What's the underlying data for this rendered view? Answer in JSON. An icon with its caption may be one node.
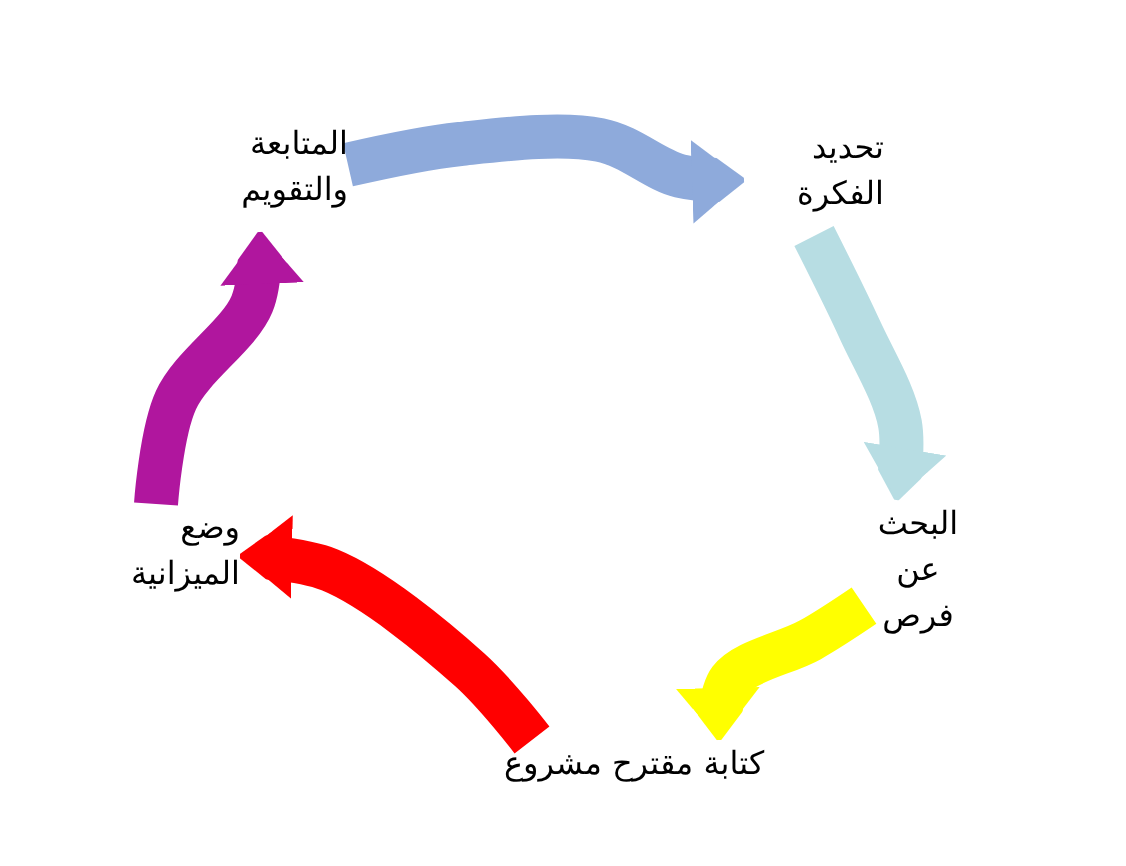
{
  "diagram": {
    "nodes": [
      {
        "text": [
          "تحديد الفكرة"
        ]
      },
      {
        "text": [
          "البحث عن فرص"
        ]
      },
      {
        "text": [
          "كتابة مقترح مشروع"
        ]
      },
      {
        "text": [
          "وضع الميزانية"
        ]
      },
      {
        "text": [
          "المتابعة والتقويم"
        ]
      }
    ],
    "edges": [
      {
        "from": 4,
        "to": 0,
        "arrow": "to",
        "color": "#8eaadb"
      },
      {
        "from": 0,
        "to": 1,
        "arrow": "to",
        "color": "#b7dde3"
      },
      {
        "from": 1,
        "to": 2,
        "arrow": "to",
        "color": "#ffff00"
      },
      {
        "from": 2,
        "to": 3,
        "arrow": "to",
        "color": "#ff0000"
      },
      {
        "from": 3,
        "to": 4,
        "arrow": "to",
        "color": "#b0169e"
      }
    ]
  }
}
